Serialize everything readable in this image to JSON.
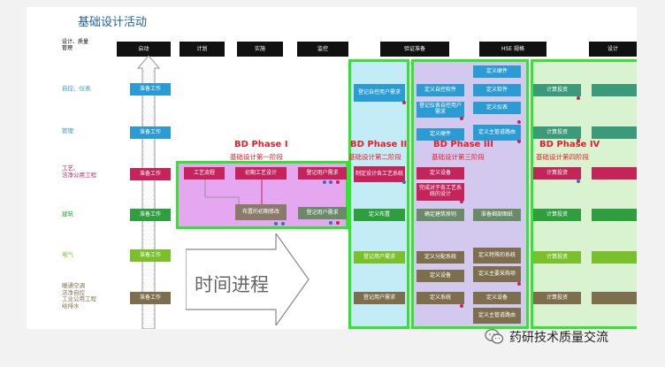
{
  "title": "基础设计活动",
  "header_corner": "设计、质量\n管理",
  "header_labels": [
    "启动",
    "计划",
    "实施",
    "监控",
    "验证准备",
    "HSE 规格",
    "设计"
  ],
  "rows": [
    {
      "label": "自控、仪表",
      "color": "#2b9bd4"
    },
    {
      "label": "管理",
      "color": "#2b9bd4"
    },
    {
      "label": "工艺、\n洁净公用工程",
      "color": "#c6235a"
    },
    {
      "label": "建筑",
      "color": "#2e9e3e"
    },
    {
      "label": "电气",
      "color": "#7bbf2d"
    },
    {
      "label": "暖通空调\n洁净自控\n工业公用工程\n给排水",
      "color": "#7d6f4e"
    }
  ],
  "start_col": {
    "label": "准备工作"
  },
  "phase1": {
    "title": "BD Phase I",
    "subtitle": "基础设计第一阶段",
    "boxes": [
      "工艺流程",
      "初期工艺设计",
      "登记用户需求",
      "布置的初期修改",
      "登记用户需求"
    ]
  },
  "phase2": {
    "title": "BD Phase II",
    "subtitle": "基础设计第二阶段",
    "boxes": [
      "登记自控用户需求",
      "制定设计各工艺系统",
      "定义布置",
      "登记用户需求",
      "登记用户需求"
    ]
  },
  "phase3": {
    "title": "BD Phase III",
    "subtitle": "基础设计第三阶段",
    "boxes": [
      "定义硬件",
      "定义自控软件",
      "定义软件",
      "登记仪表自控用户需求",
      "定义仪表",
      "定义硬件",
      "定义主管道路由",
      "定义设备",
      "完成对于各工艺系统的设计",
      "确定建筑原则",
      "准备细部图纸",
      "定义分配系统",
      "定义特殊的系统",
      "定义设备",
      "定义主要采购项",
      "定义系统",
      "定义设备",
      "定义主管道路由"
    ]
  },
  "phase4": {
    "title": "BD Phase IV",
    "subtitle": "基础设计第四阶段",
    "boxes": [
      "计算投资",
      "计算投资",
      "计算投资",
      "计算投资",
      "计算投资",
      "计算投资"
    ]
  },
  "big_arrow_text": "时间进程",
  "watermark": {
    "text": "药研技术质量交流",
    "icon": "wechat-icon"
  },
  "colors": {
    "title": "#1f5fa8",
    "phase_label": "#e81e2a",
    "phase_border": "#2ee82e",
    "phase1_fill": "#e5a7ef",
    "phase2_fill": "#c4ecf7",
    "phase3_fill": "#d3c9ee",
    "phase4_fill": "#d9f2d0"
  }
}
